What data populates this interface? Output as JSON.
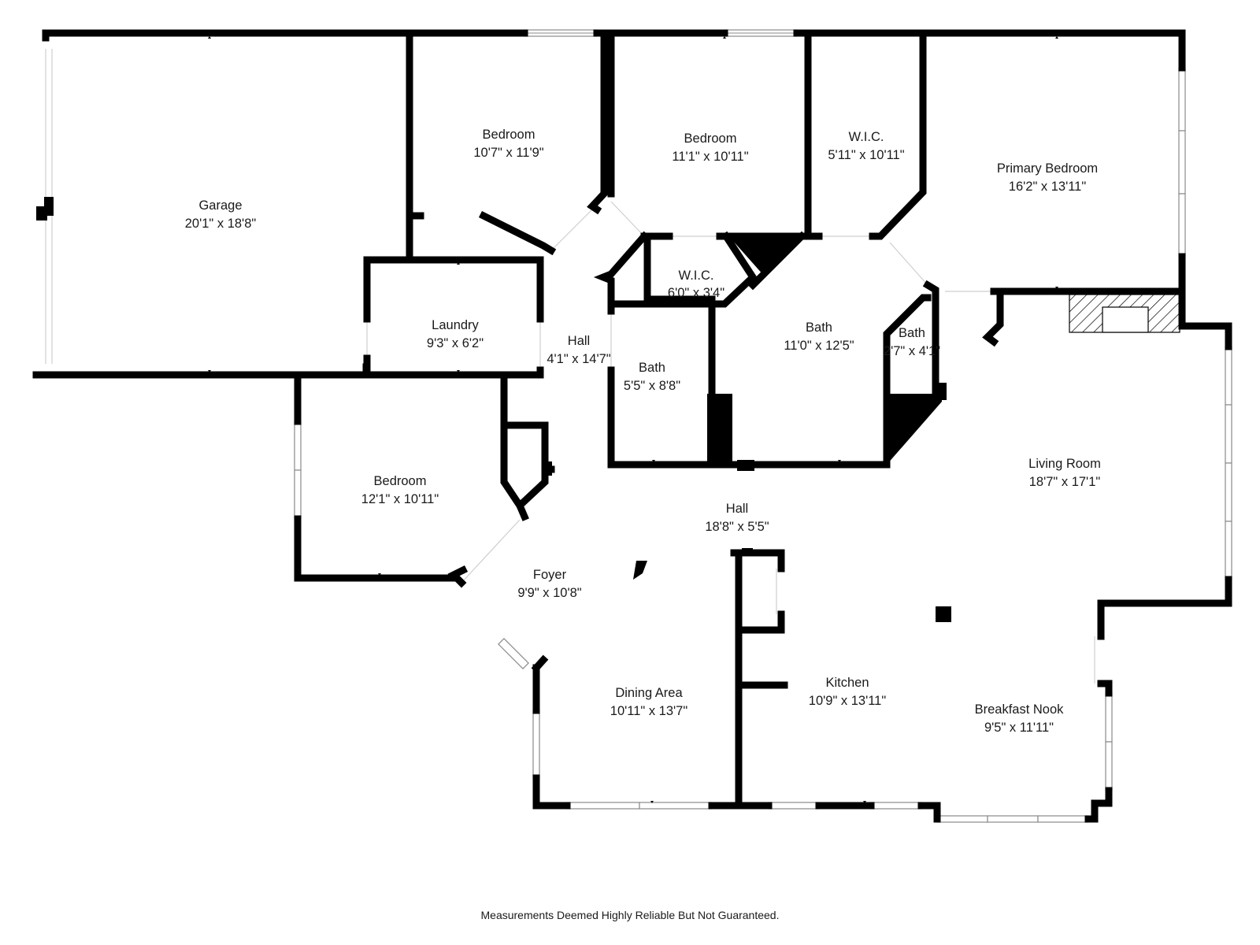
{
  "plan": {
    "rooms": [
      {
        "id": "garage",
        "name": "Garage",
        "dims": "20'1\" x 18'8\""
      },
      {
        "id": "bedroom-1",
        "name": "Bedroom",
        "dims": "10'7\" x 11'9\""
      },
      {
        "id": "bedroom-2",
        "name": "Bedroom",
        "dims": "11'1\" x 10'11\""
      },
      {
        "id": "wic-1",
        "name": "W.I.C.",
        "dims": "5'11\" x 10'11\""
      },
      {
        "id": "primary-bedroom",
        "name": "Primary Bedroom",
        "dims": "16'2\" x 13'11\""
      },
      {
        "id": "wic-2",
        "name": "W.I.C.",
        "dims": "6'0\" x 3'4\""
      },
      {
        "id": "laundry",
        "name": "Laundry",
        "dims": "9'3\" x 6'2\""
      },
      {
        "id": "hall-1",
        "name": "Hall",
        "dims": "4'1\" x 14'7\""
      },
      {
        "id": "bath-1",
        "name": "Bath",
        "dims": "5'5\" x 8'8\""
      },
      {
        "id": "bath-2",
        "name": "Bath",
        "dims": "11'0\" x 12'5\""
      },
      {
        "id": "bath-3",
        "name": "Bath",
        "dims": "2'7\" x 4'1\""
      },
      {
        "id": "bedroom-3",
        "name": "Bedroom",
        "dims": "12'1\" x 10'11\""
      },
      {
        "id": "living-room",
        "name": "Living Room",
        "dims": "18'7\" x 17'1\""
      },
      {
        "id": "hall-2",
        "name": "Hall",
        "dims": "18'8\" x 5'5\""
      },
      {
        "id": "foyer",
        "name": "Foyer",
        "dims": "9'9\" x 10'8\""
      },
      {
        "id": "dining-area",
        "name": "Dining Area",
        "dims": "10'11\" x 13'7\""
      },
      {
        "id": "kitchen",
        "name": "Kitchen",
        "dims": "10'9\" x 13'11\""
      },
      {
        "id": "breakfast-nook",
        "name": "Breakfast Nook",
        "dims": "9'5\" x 11'11\""
      }
    ],
    "disclaimer": "Measurements Deemed Highly Reliable But Not Guaranteed.",
    "colors": {
      "wall": "#000000",
      "text": "#1a1a1a",
      "background": "#ffffff",
      "window": "#8a8a8a"
    }
  }
}
